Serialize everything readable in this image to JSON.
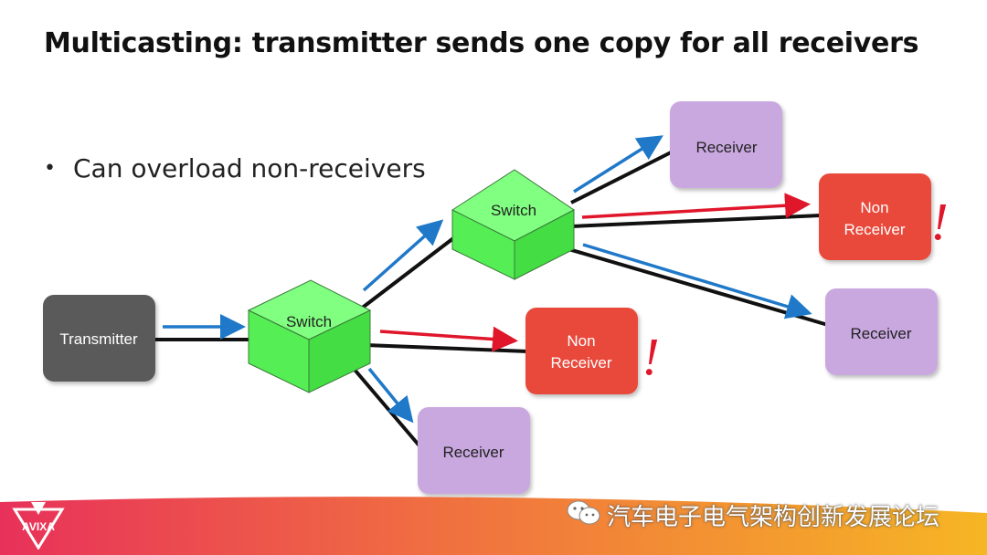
{
  "slide": {
    "title": "Multicasting: transmitter sends one copy for all receivers",
    "bullet": "Can overload non-receivers"
  },
  "diagram": {
    "transmitter": "Transmitter",
    "switch_1": "Switch",
    "switch_2": "Switch",
    "receiver_top": "Receiver",
    "receiver_right": "Receiver",
    "receiver_bottom": "Receiver",
    "non_receiver_1": [
      "Non",
      "Receiver"
    ],
    "non_receiver_2": [
      "Non",
      "Receiver"
    ],
    "alert_mark": "!"
  },
  "footer": {
    "logo_text": "AVIXA",
    "watermark": "汽车电子电气架构创新发展论坛"
  },
  "colors": {
    "transmitter": "#5a5a5a",
    "switch": "#66ff66",
    "receiver": "#c9a8e0",
    "non_receiver": "#e8483a",
    "multicast_arrow": "#1f78c8",
    "overload_arrow": "#e0162b",
    "alert": "#e0162b"
  }
}
